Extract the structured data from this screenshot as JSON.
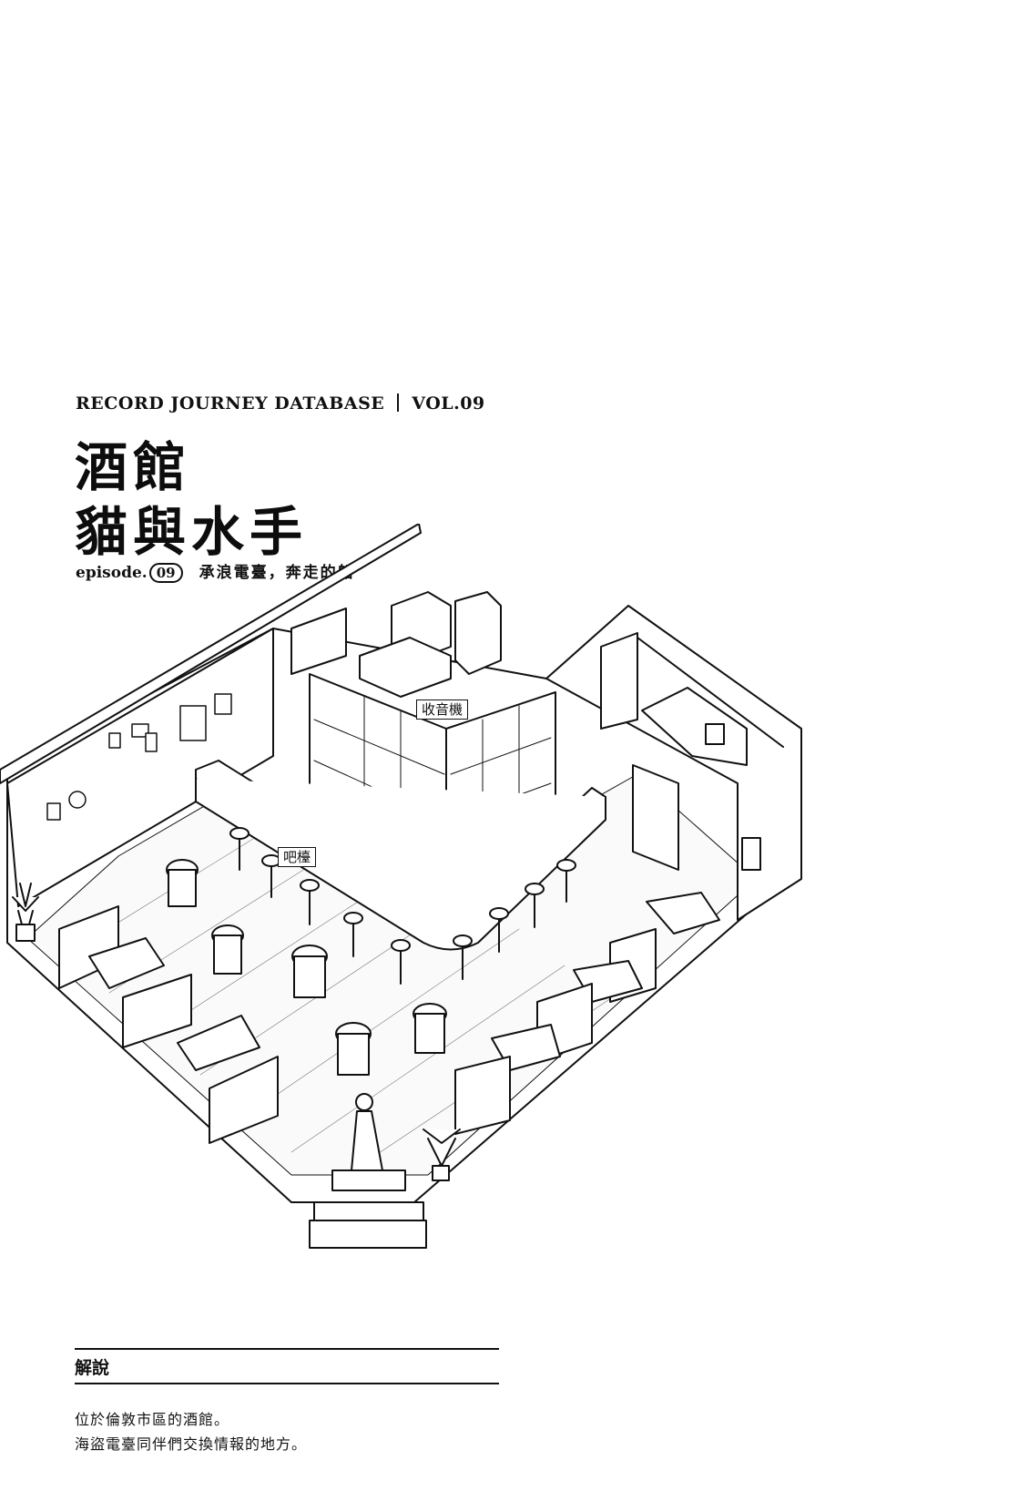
{
  "header": {
    "series": "RECORD JOURNEY DATABASE",
    "volume": "VOL.09"
  },
  "title": {
    "line1": "酒館",
    "line2": "貓與水手"
  },
  "episode": {
    "prefix": "episode.",
    "number": "09",
    "title": "承浪電臺，奔走的船"
  },
  "illustration": {
    "labels": {
      "radio": "收音機",
      "bar": "吧檯"
    }
  },
  "notes": {
    "heading": "解說",
    "lines": [
      "位於倫敦市區的酒館。",
      "海盜電臺同伴們交換情報的地方。"
    ]
  }
}
